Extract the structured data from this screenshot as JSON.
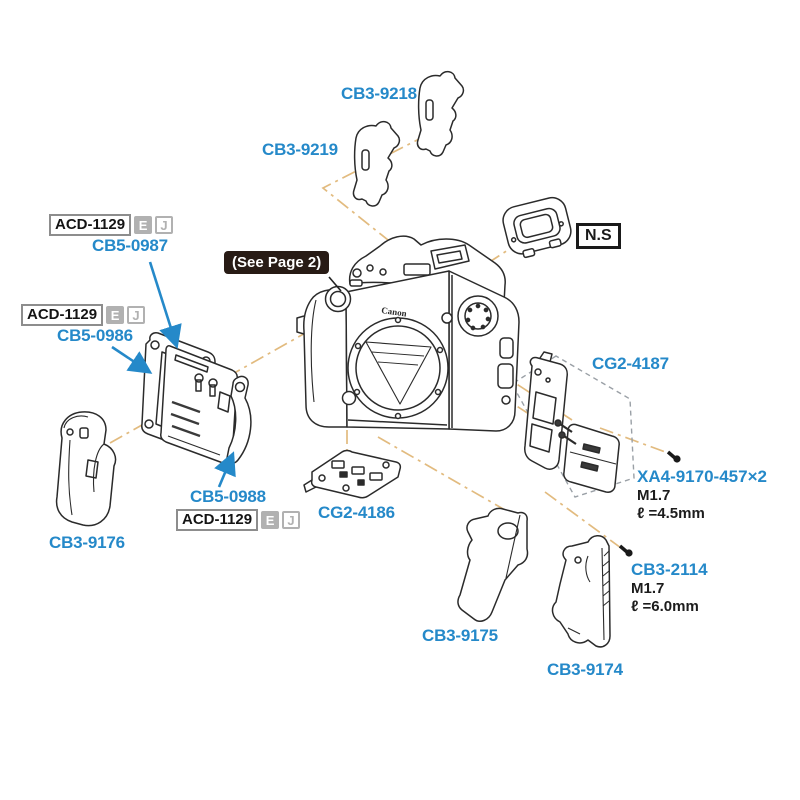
{
  "labels": {
    "cb3_9218": "CB3-9218",
    "cb3_9219": "CB3-9219",
    "cb5_0987": "CB5-0987",
    "cb5_0986": "CB5-0986",
    "cb5_0988": "CB5-0988",
    "cb3_9176": "CB3-9176",
    "cg2_4186": "CG2-4186",
    "cg2_4187": "CG2-4187",
    "cb3_9175": "CB3-9175",
    "cb3_9174": "CB3-9174"
  },
  "acd_badge": {
    "code": "ACD-1129",
    "e": "E",
    "j": "J"
  },
  "notes": {
    "see_page": "(See Page 2)",
    "not_supplied": "N.S"
  },
  "screws": [
    {
      "code": "XA4-9170-457×2",
      "thread": "M1.7",
      "length": "ℓ =4.5mm"
    },
    {
      "code": "CB3-2114",
      "thread": "M1.7",
      "length": "ℓ =6.0mm"
    }
  ],
  "camera": {
    "logo": "Canon"
  },
  "colors": {
    "label_blue": "#2589c9",
    "connector_orange": "#e2bb7f",
    "line_dark": "#2b2b2b",
    "badge_dark": "#281b15",
    "badge_gray": "#b1b1b1"
  }
}
